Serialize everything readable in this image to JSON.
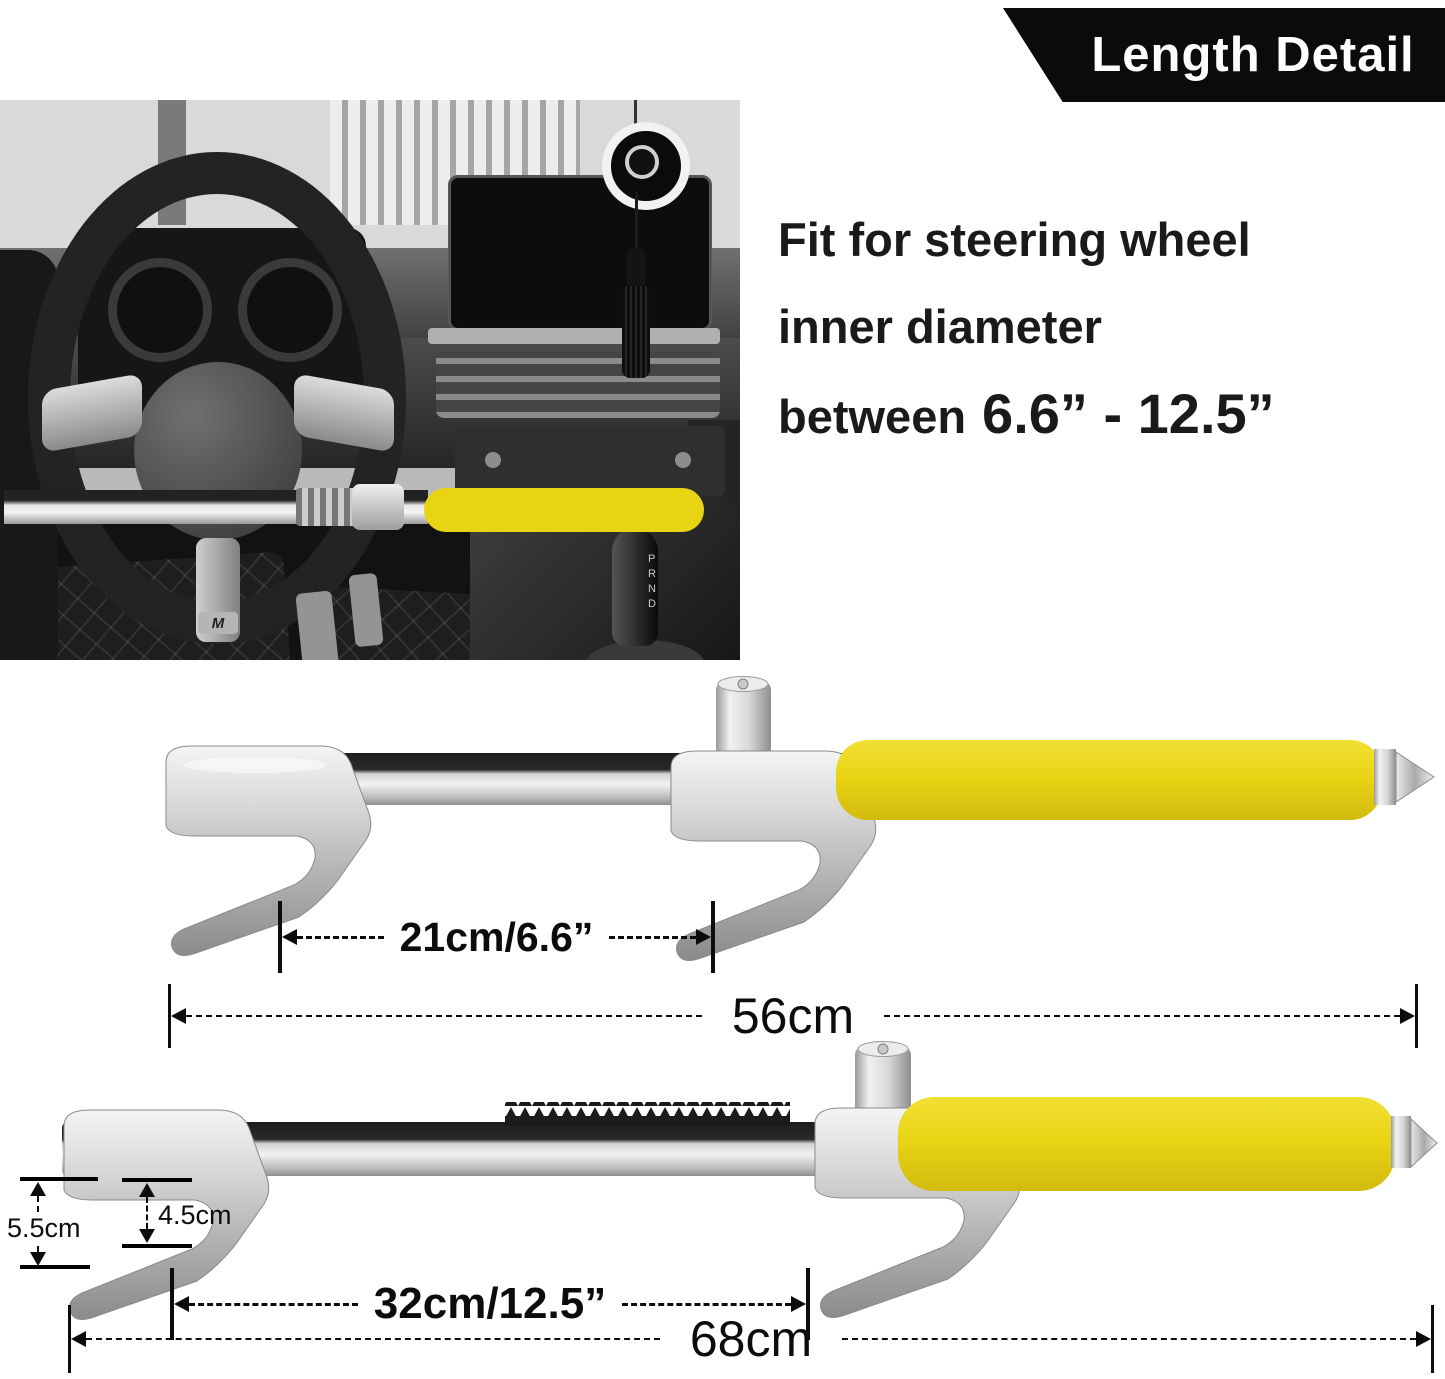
{
  "banner": {
    "title": "Length Detail"
  },
  "photo": {
    "wheel_badge": "M",
    "gear_labels": "P R N D"
  },
  "fit_text": {
    "line1": "Fit for steering wheel",
    "line2": "inner diameter",
    "line3_prefix": "between",
    "line3_range": "6.6”  -  12.5”"
  },
  "lock_retracted": {
    "inner_span": "21cm/6.6”",
    "total_length": "56cm"
  },
  "lock_extended": {
    "inner_span": "32cm/12.5”",
    "total_length": "68cm",
    "hook_depth_outer": "5.5cm",
    "hook_depth_inner": "4.5cm"
  },
  "colors": {
    "handle_yellow": "#e9d414",
    "banner_black": "#0b0b0b"
  }
}
